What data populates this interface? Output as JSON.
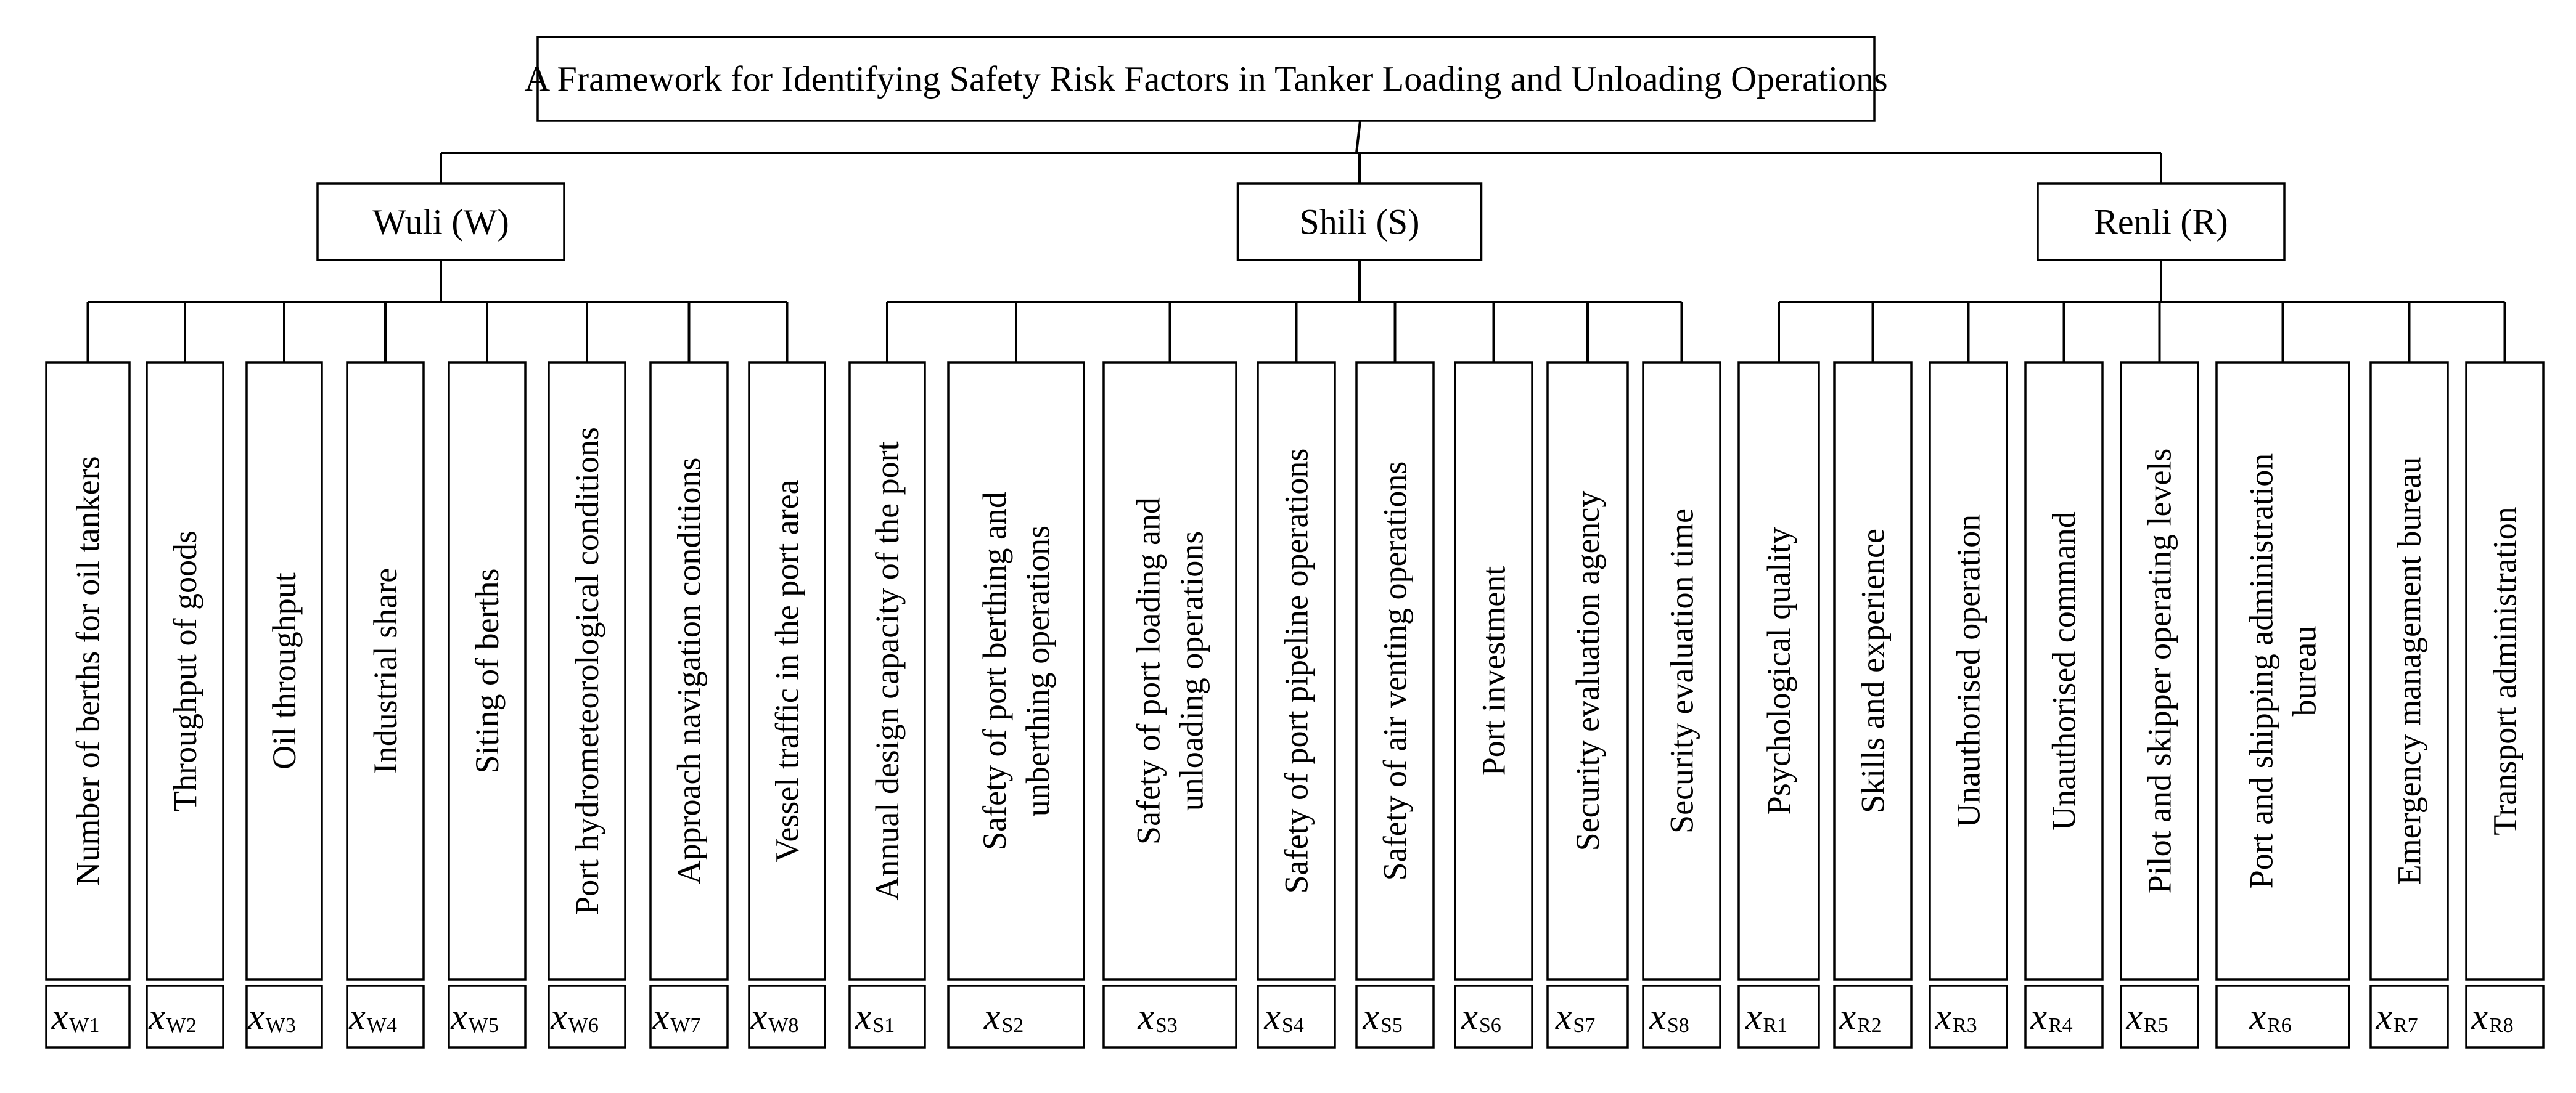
{
  "title": "A Framework for Identifying Safety Risk Factors in Tanker Loading and Unloading Operations",
  "groups": [
    {
      "label": "Wuli (W)",
      "factors": [
        {
          "lines": [
            "Number of berths for oil tankers"
          ],
          "sym": "x",
          "sub": "W1"
        },
        {
          "lines": [
            "Throughput of goods"
          ],
          "sym": "x",
          "sub": "W2"
        },
        {
          "lines": [
            "Oil throughput"
          ],
          "sym": "x",
          "sub": "W3"
        },
        {
          "lines": [
            "Industrial share"
          ],
          "sym": "x",
          "sub": "W4"
        },
        {
          "lines": [
            "Siting of berths"
          ],
          "sym": "x",
          "sub": "W5"
        },
        {
          "lines": [
            "Port hydrometeorological conditions"
          ],
          "sym": "x",
          "sub": "W6"
        },
        {
          "lines": [
            "Approach navigation conditions"
          ],
          "sym": "x",
          "sub": "W7"
        },
        {
          "lines": [
            "Vessel traffic in the port area"
          ],
          "sym": "x",
          "sub": "W8"
        }
      ]
    },
    {
      "label": "Shili (S)",
      "factors": [
        {
          "lines": [
            "Annual design capacity of the port"
          ],
          "sym": "x",
          "sub": "S1"
        },
        {
          "lines": [
            "Safety of port berthing and",
            "unberthing operations"
          ],
          "sym": "x",
          "sub": "S2"
        },
        {
          "lines": [
            "Safety of port loading and",
            "unloading operations"
          ],
          "sym": "x",
          "sub": "S3"
        },
        {
          "lines": [
            "Safety of port pipeline operations"
          ],
          "sym": "x",
          "sub": "S4"
        },
        {
          "lines": [
            "Safety of air venting operations"
          ],
          "sym": "x",
          "sub": "S5"
        },
        {
          "lines": [
            "Port investment"
          ],
          "sym": "x",
          "sub": "S6"
        },
        {
          "lines": [
            "Security evaluation agency"
          ],
          "sym": "x",
          "sub": "S7"
        },
        {
          "lines": [
            "Security evaluation time"
          ],
          "sym": "x",
          "sub": "S8"
        }
      ]
    },
    {
      "label": "Renli (R)",
      "factors": [
        {
          "lines": [
            "Psychological quality"
          ],
          "sym": "x",
          "sub": "R1"
        },
        {
          "lines": [
            "Skills and experience"
          ],
          "sym": "x",
          "sub": "R2"
        },
        {
          "lines": [
            "Unauthorised operation"
          ],
          "sym": "x",
          "sub": "R3"
        },
        {
          "lines": [
            "Unauthorised command"
          ],
          "sym": "x",
          "sub": "R4"
        },
        {
          "lines": [
            "Pilot and skipper operating levels"
          ],
          "sym": "x",
          "sub": "R5"
        },
        {
          "lines": [
            "Port and shipping administration",
            "bureau"
          ],
          "sym": "x",
          "sub": "R6"
        },
        {
          "lines": [
            "Emergency management bureau"
          ],
          "sym": "x",
          "sub": "R7"
        },
        {
          "lines": [
            "Transport administration"
          ],
          "sym": "x",
          "sub": "R8"
        }
      ]
    }
  ]
}
